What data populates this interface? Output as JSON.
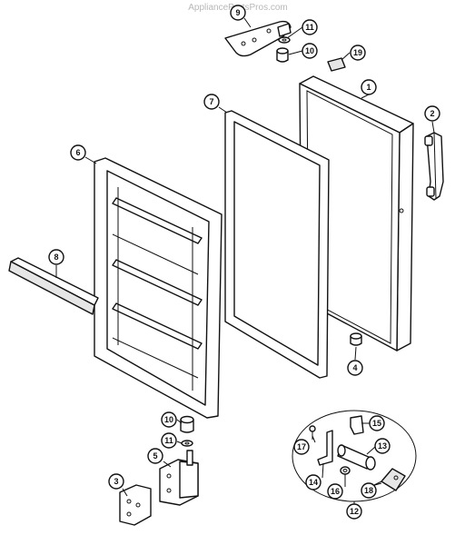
{
  "watermark": "AppliancePartsPros.com",
  "callouts": [
    {
      "id": "c1",
      "label": "1"
    },
    {
      "id": "c2",
      "label": "2"
    },
    {
      "id": "c3",
      "label": "3"
    },
    {
      "id": "c4",
      "label": "4"
    },
    {
      "id": "c5",
      "label": "5"
    },
    {
      "id": "c6",
      "label": "6"
    },
    {
      "id": "c7",
      "label": "7"
    },
    {
      "id": "c8",
      "label": "8"
    },
    {
      "id": "c9",
      "label": "9"
    },
    {
      "id": "c10a",
      "label": "10"
    },
    {
      "id": "c10b",
      "label": "10"
    },
    {
      "id": "c11a",
      "label": "11"
    },
    {
      "id": "c11b",
      "label": "11"
    },
    {
      "id": "c12",
      "label": "12"
    },
    {
      "id": "c13",
      "label": "13"
    },
    {
      "id": "c14",
      "label": "14"
    },
    {
      "id": "c15",
      "label": "15"
    },
    {
      "id": "c16",
      "label": "16"
    },
    {
      "id": "c17",
      "label": "17"
    },
    {
      "id": "c18",
      "label": "18"
    },
    {
      "id": "c19",
      "label": "19"
    }
  ]
}
